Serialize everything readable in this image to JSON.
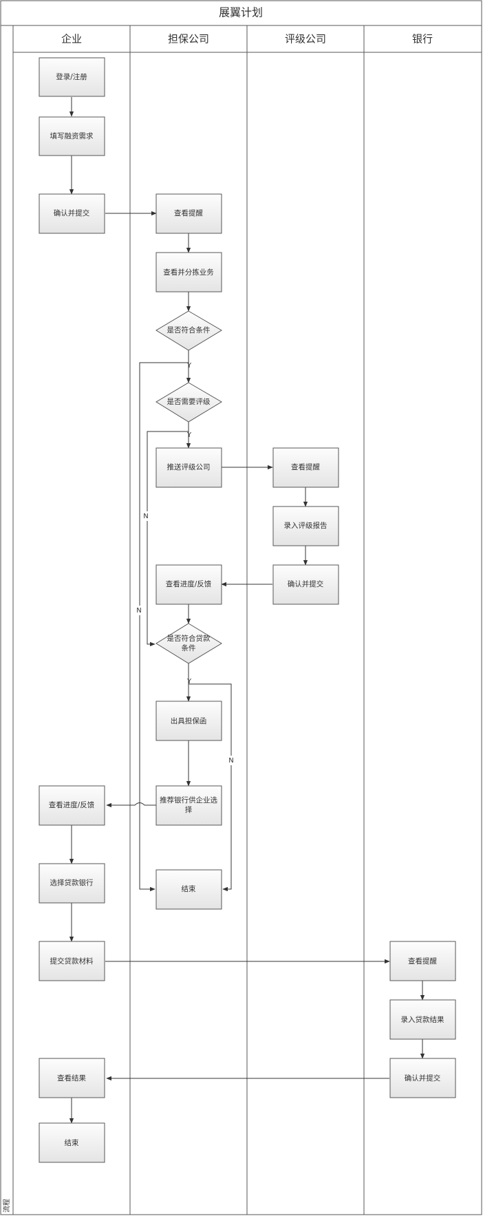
{
  "title": "展翼计划",
  "side_label": "流程",
  "lanes": [
    "企业",
    "担保公司",
    "评级公司",
    "银行"
  ],
  "nodes": {
    "n1": "登录/注册",
    "n2": "填写融资需求",
    "n3": "确认并提交",
    "n4": "查看提醒",
    "n5": "查看并分拣业务",
    "n6": "是否符合条件",
    "n7": "是否需要评级",
    "n8": "推送评级公司",
    "n9": "查看提醒",
    "n10": "录入评级报告",
    "n11": "确认并提交",
    "n12": "查看进度/反馈",
    "n13a": "是否符合贷款",
    "n13b": "条件",
    "n14": "出具担保函",
    "n15a": "推荐银行供企业选",
    "n15b": "择",
    "n16": "查看进度/反馈",
    "n17": "选择贷款银行",
    "n18": "结束",
    "n19": "提交贷款材料",
    "n20": "查看提醒",
    "n21": "录入贷款结果",
    "n22": "确认并提交",
    "n23": "查看结果",
    "n24": "结束"
  },
  "edge_labels": {
    "y1": "Y",
    "y2": "Y",
    "y3": "Y",
    "no1": "N",
    "no2": "N",
    "no3": "N"
  }
}
